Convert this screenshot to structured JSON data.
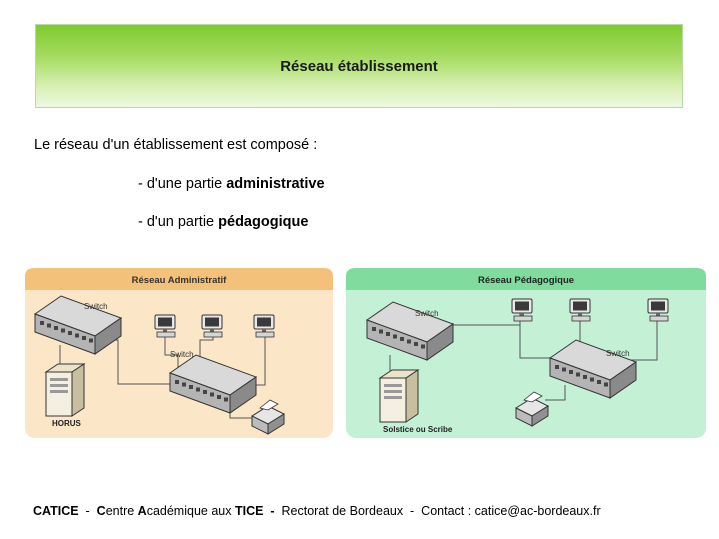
{
  "header": {
    "title": "Réseau établissement"
  },
  "intro": {
    "text": "Le réseau d'un établissement est composé   :"
  },
  "items": [
    {
      "prefix": "- d'une partie ",
      "emphasis": "administrative"
    },
    {
      "prefix": "- d'un partie ",
      "emphasis": "pédagogique"
    }
  ],
  "diagram_admin": {
    "title": "Réseau Administratif",
    "switch1_label": "Switch",
    "switch2_label": "Switch",
    "server_label": "HORUS",
    "colors": {
      "panel": "#fbe6c8",
      "header": "#f3c17a"
    }
  },
  "diagram_peda": {
    "title": "Réseau Pédagogique",
    "switch1_label": "Switch",
    "switch2_label": "Switch",
    "server_label": "Solstice ou Scribe",
    "colors": {
      "panel": "#c4f0d6",
      "header": "#7fdb9e"
    }
  },
  "footer": {
    "catice": "CATICE",
    "sep1": "  -  ",
    "c": "C",
    "entre": "entre ",
    "a": "A",
    "cademique": "cadémique aux ",
    "tice": "TICE",
    "sep2": "  -  ",
    "rest": "Rectorat de Bordeaux  -  Contact : catice@ac-bordeaux.fr"
  }
}
